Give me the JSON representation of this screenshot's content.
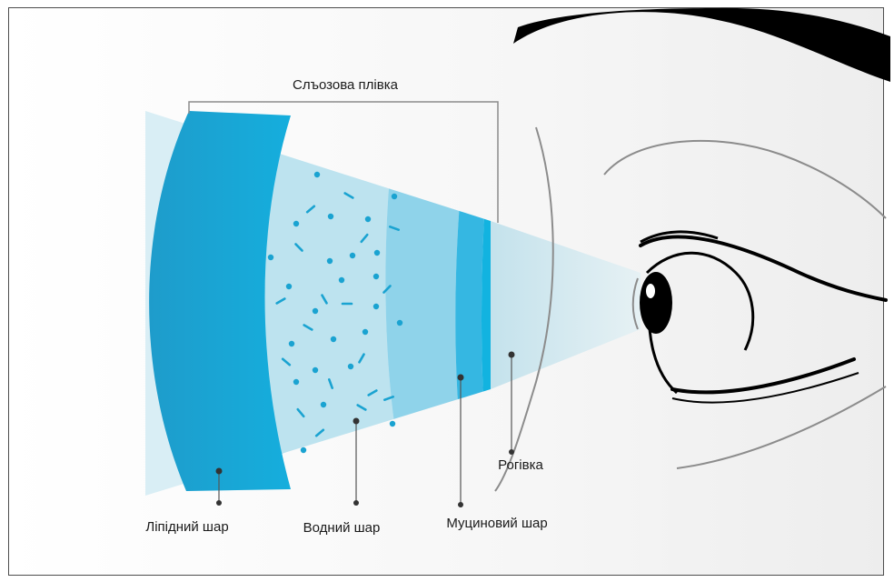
{
  "labels": {
    "tear_film": "Слъозова плівка",
    "lipid_layer": "Ліпідний шар",
    "aqueous_layer": "Водний шар",
    "mucin_layer": "Муциновий шар",
    "cornea": "Рогівка"
  },
  "colors": {
    "lipid": "#1aa3d1",
    "aqueous": "#bde3ef",
    "mucin_light": "#8fd3ea",
    "mucin_mid": "#35b7e2",
    "cornea": "#12b3e0",
    "beam": "#cfe6ee",
    "particles": "#1aa3d1",
    "frame": "#4d4d4d",
    "outline": "#8c8c8c"
  },
  "icons": [
    "eye-illustration",
    "eyebrow-shape",
    "cornea-arc"
  ]
}
